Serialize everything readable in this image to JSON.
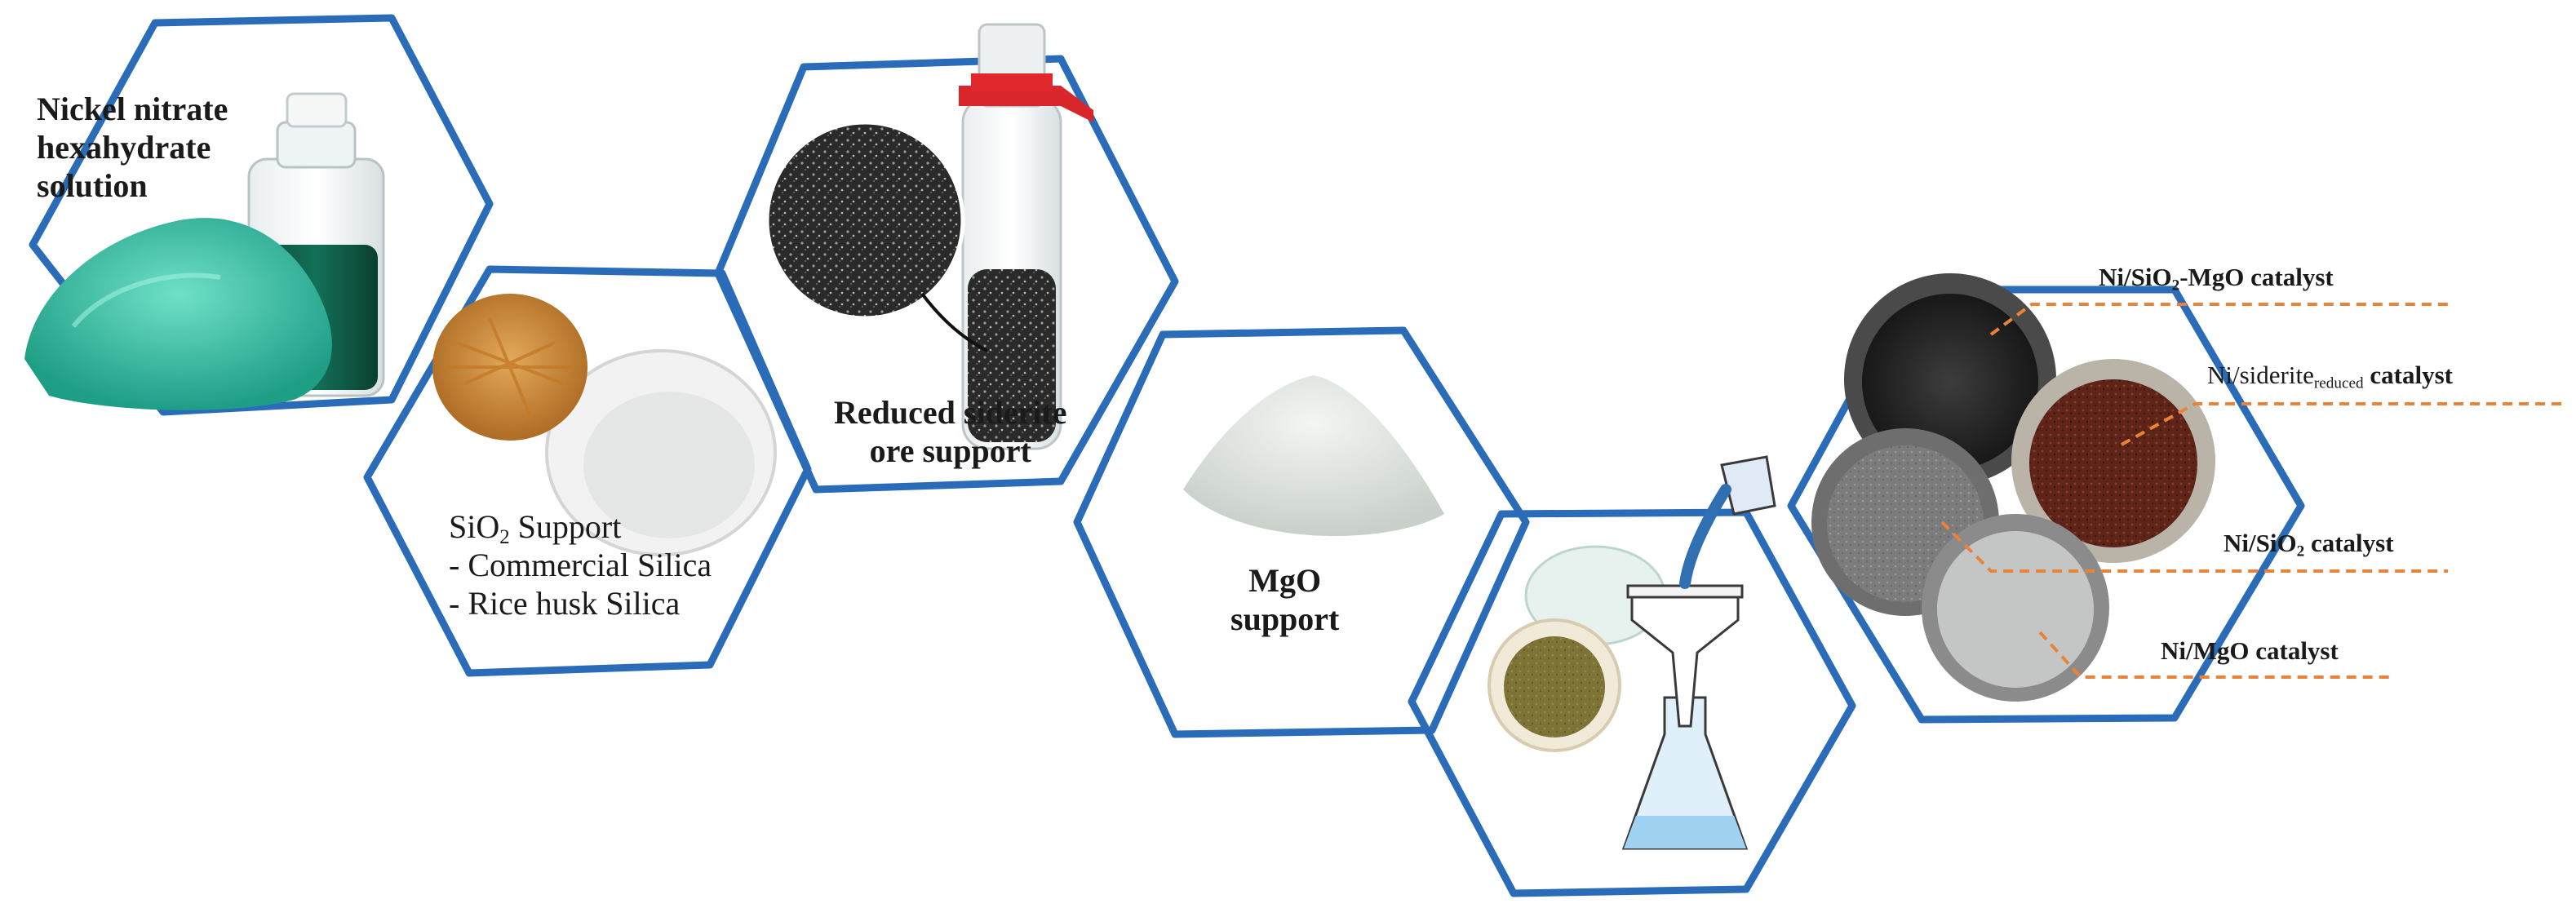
{
  "nickel": {
    "line1": "Nickel nitrate",
    "line2": "hexahydrate",
    "line3": "solution"
  },
  "sio2": {
    "prefix": "SiO",
    "sub": "2",
    "suffix": " Support",
    "item1": "- Commercial Silica",
    "item2": "- Rice husk Silica"
  },
  "siderite": {
    "line1": "Reduced siderite",
    "line2": "ore support"
  },
  "mgo": {
    "line1": "MgO",
    "line2": "support"
  },
  "catalysts": {
    "c1": {
      "a": "Ni/SiO",
      "sub": "2",
      "b": "-MgO catalyst"
    },
    "c2": {
      "a": "Ni/siderite",
      "sub": "reduced",
      "b": " catalyst"
    },
    "c3": {
      "a": "Ni/SiO",
      "sub": "2",
      "b": " catalyst"
    },
    "c4": {
      "a": "Ni/MgO catalyst"
    }
  },
  "colors": {
    "hex_border": "#2b6cb8",
    "leader": "#e8833a",
    "nickel_salt": "#2fc2a6",
    "green_solution": "#0e5a44",
    "siderite": "#2c2c2c",
    "brown": "#6b2c1e"
  }
}
